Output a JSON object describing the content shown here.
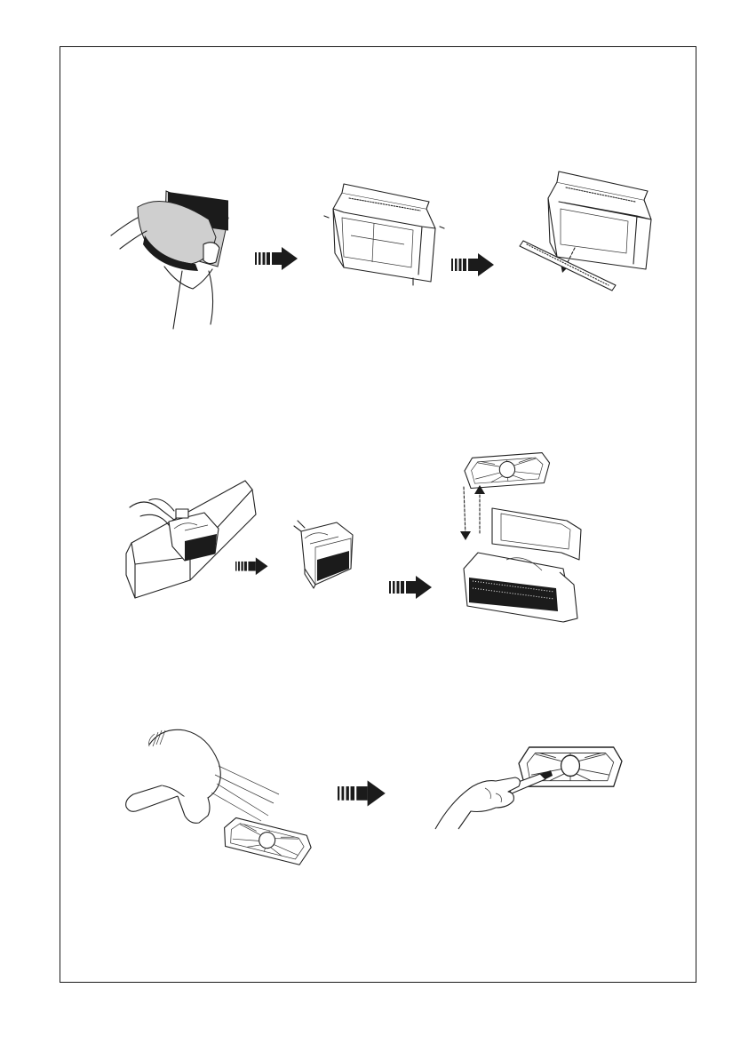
{
  "page": {
    "content": "manual-illustration-page",
    "colors": {
      "ink": "#1b1b1b",
      "paper": "#ffffff",
      "shade": "#cfcfcf"
    }
  },
  "rows": [
    {
      "steps": [
        "remove-dust-bin",
        "open-bin-lid",
        "remove-filter-comb"
      ]
    },
    {
      "steps": [
        "pull-filter-unit",
        "filter-unit",
        "separate-filter-screen"
      ]
    },
    {
      "steps": [
        "blow-dry-filter",
        "brush-clean-filter"
      ]
    }
  ],
  "icons": {
    "arrow": "step-arrow-icon",
    "hand": "hand-icon",
    "dryer": "hair-dryer-icon",
    "brush": "brush-icon"
  }
}
